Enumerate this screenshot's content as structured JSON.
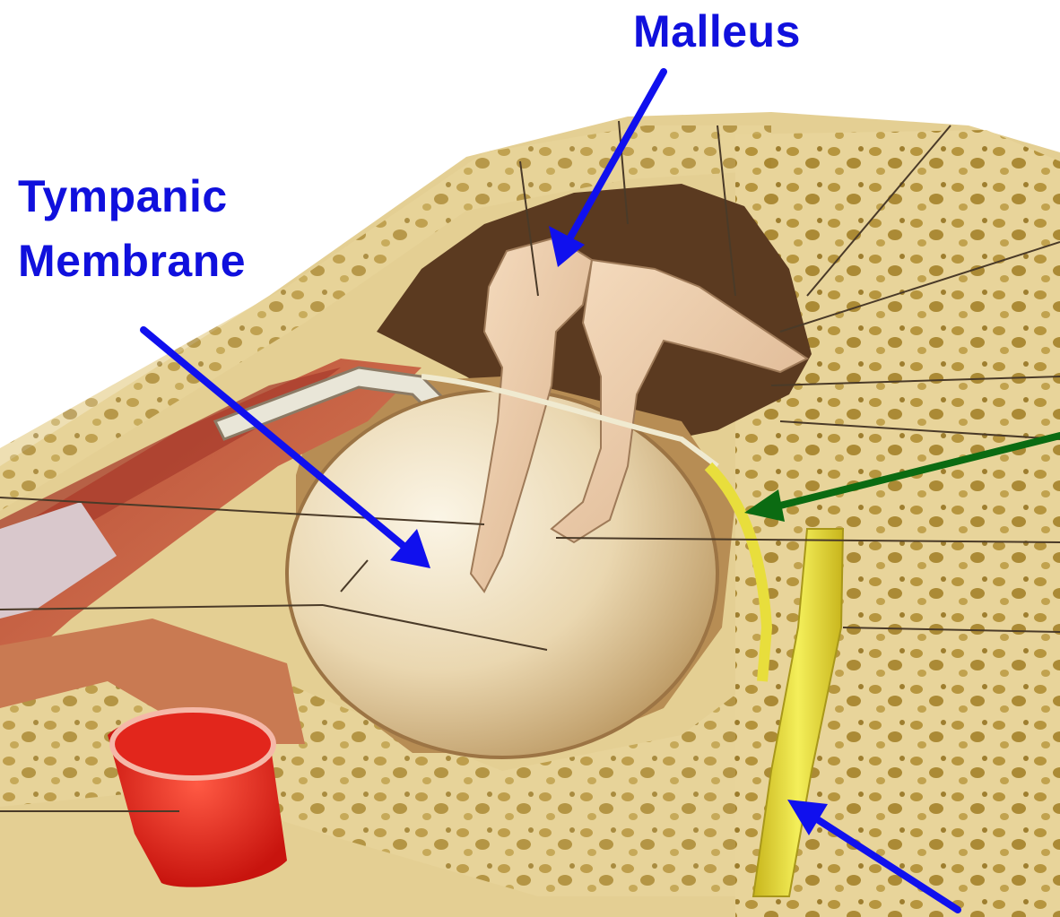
{
  "labels": {
    "malleus": "Malleus",
    "tympanic_membrane_line1": "Tympanic",
    "tympanic_membrane_line2": "Membrane"
  },
  "colors": {
    "label_text": "#1010dd",
    "arrow_blue": "#1010ee",
    "arrow_green": "#0b6b12",
    "bone": "#e6d49c",
    "bone_pore": "#b89a3c",
    "cavity": "#5a3a22",
    "membrane": "#f2e6cc",
    "muscle": "#c8583c",
    "nerve": "#e6e040",
    "artery": "#e02a20"
  },
  "arrows": [
    {
      "name": "malleus-arrow",
      "color": "blue",
      "target": "malleus"
    },
    {
      "name": "tympanic-membrane-arrow",
      "color": "blue",
      "target": "tympanic membrane"
    },
    {
      "name": "green-arrow",
      "color": "green",
      "target": "nerve (unlabeled)"
    },
    {
      "name": "lower-right-arrow",
      "color": "blue",
      "target": "yellow nerve (unlabeled)"
    }
  ]
}
